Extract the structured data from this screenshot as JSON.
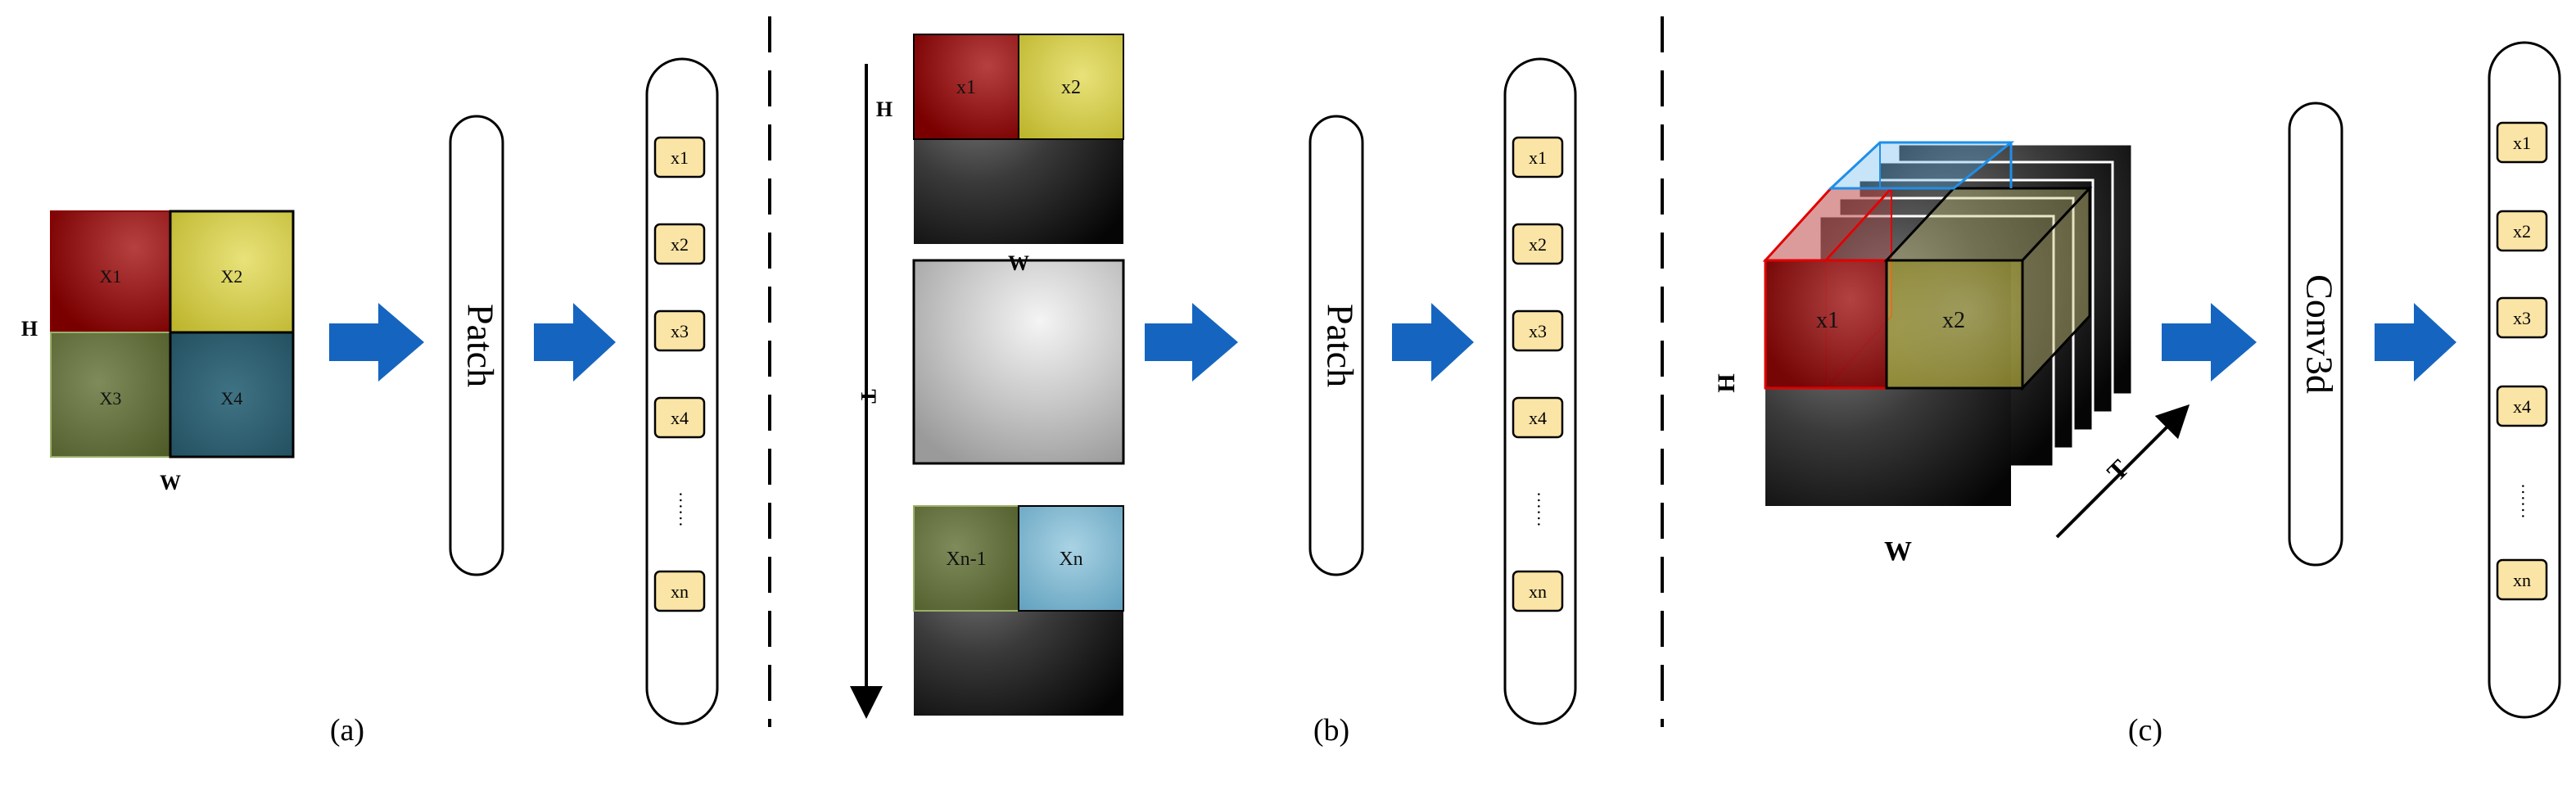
{
  "panel_a": {
    "caption": "(a)",
    "dim_h": "H",
    "dim_w": "W",
    "cells": [
      "X1",
      "X2",
      "X3",
      "X4"
    ],
    "module_label": "Patch"
  },
  "panel_b": {
    "caption": "(b)",
    "top_cells": [
      "x1",
      "x2"
    ],
    "bottom_cells": [
      "Xn-1",
      "Xn"
    ],
    "dim_h": "H",
    "dim_w": "W",
    "dim_t": "T",
    "module_label": "Patch"
  },
  "panel_c": {
    "caption": "(c)",
    "cells": [
      "x1",
      "x2"
    ],
    "dim_h": "H",
    "dim_w": "W",
    "dim_t": "T",
    "module_label": "Conv3d"
  },
  "token_list": [
    "x1",
    "x2",
    "x3",
    "x4",
    "……",
    "xn"
  ],
  "colors": {
    "arrow": "#1565C0",
    "token_fill": "#FBE5A6",
    "red_patch": "#8B0000",
    "yellow_patch": "#C9C23A",
    "green_patch": "#5E6B35",
    "teal_patch": "#2C5E70",
    "light_blue_patch": "#7FB6CF"
  }
}
